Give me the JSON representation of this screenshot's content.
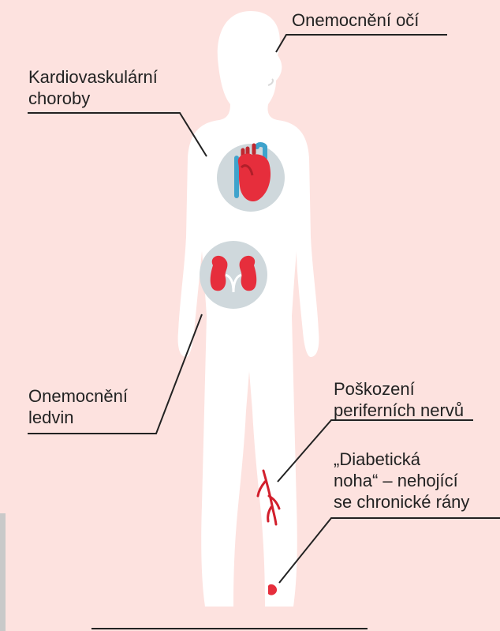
{
  "colors": {
    "background": "#fde2df",
    "body": "#ffffff",
    "icon_circle": "#cfd8dc",
    "heart_red": "#e62e3c",
    "vessel_blue": "#3fa3cc",
    "blood_red": "#d21f2c",
    "line": "#222222"
  },
  "labels": {
    "eyes": "Onemocnění očí",
    "cardio": "Kardiovaskulární\nchoroby",
    "kidney": "Onemocnění\nledvin",
    "nerves": "Poškození\nperiferních nervů",
    "foot": "„Diabetická\nnoha“ – nehojící\nse chronické rány"
  },
  "icons": [
    "heart-icon",
    "kidneys-icon",
    "nerve-icon",
    "wound-icon"
  ]
}
